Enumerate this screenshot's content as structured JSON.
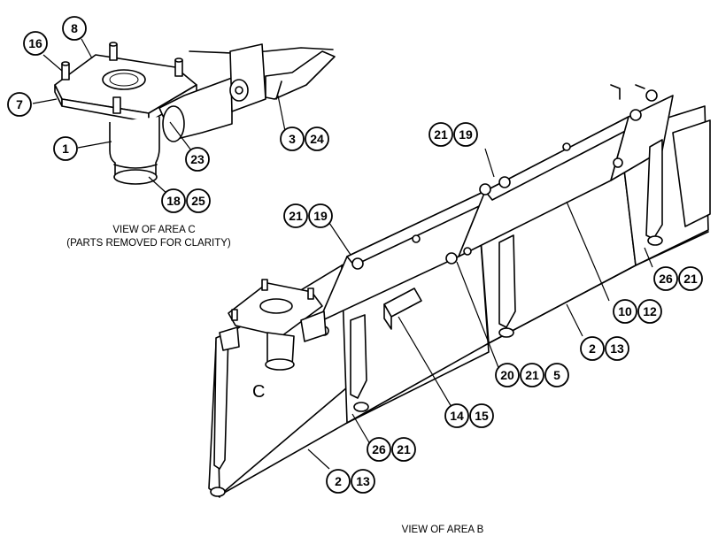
{
  "captions": {
    "area_c_title": "VIEW OF AREA C",
    "area_c_note": "(PARTS REMOVED FOR CLARITY)",
    "area_b_title": "VIEW OF AREA B",
    "area_label": "C"
  },
  "callouts": [
    {
      "id": "c16",
      "label": "16"
    },
    {
      "id": "c8",
      "label": "8"
    },
    {
      "id": "c7",
      "label": "7"
    },
    {
      "id": "c1",
      "label": "1"
    },
    {
      "id": "c23",
      "label": "23"
    },
    {
      "id": "c18",
      "label": "18"
    },
    {
      "id": "c25a",
      "label": "25"
    },
    {
      "id": "c3",
      "label": "3"
    },
    {
      "id": "c24",
      "label": "24"
    },
    {
      "id": "c21a",
      "label": "21"
    },
    {
      "id": "c19a",
      "label": "19"
    },
    {
      "id": "c21b",
      "label": "21"
    },
    {
      "id": "c19b",
      "label": "19"
    },
    {
      "id": "c26a",
      "label": "26"
    },
    {
      "id": "c21c",
      "label": "21"
    },
    {
      "id": "c10",
      "label": "10"
    },
    {
      "id": "c12",
      "label": "12"
    },
    {
      "id": "c2a",
      "label": "2"
    },
    {
      "id": "c13a",
      "label": "13"
    },
    {
      "id": "c20",
      "label": "20"
    },
    {
      "id": "c21d",
      "label": "21"
    },
    {
      "id": "c5",
      "label": "5"
    },
    {
      "id": "c14",
      "label": "14"
    },
    {
      "id": "c15",
      "label": "15"
    },
    {
      "id": "c26b",
      "label": "26"
    },
    {
      "id": "c21e",
      "label": "21"
    },
    {
      "id": "c2b",
      "label": "2"
    },
    {
      "id": "c13b",
      "label": "13"
    }
  ]
}
